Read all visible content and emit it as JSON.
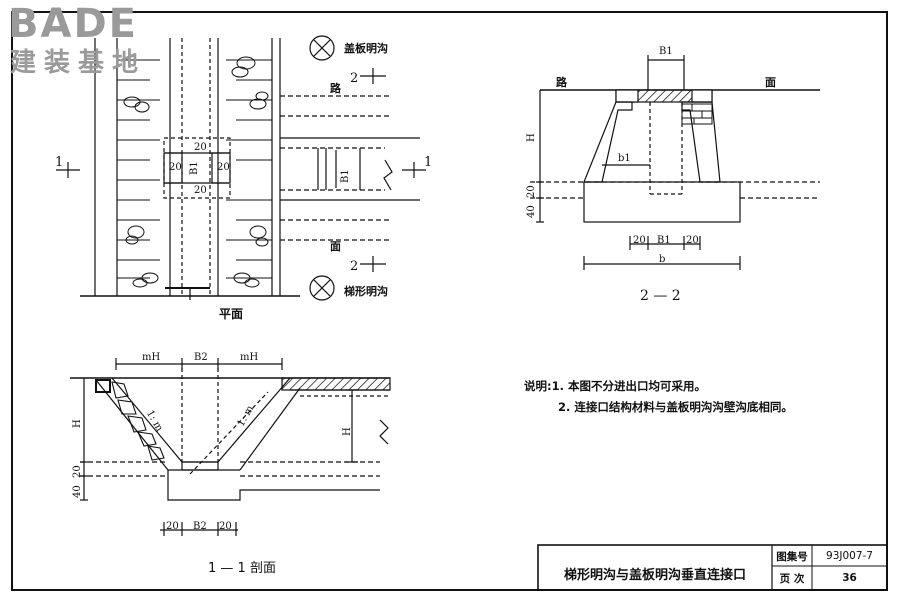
{
  "watermark": {
    "brand": "BADE",
    "subtitle": "建装基地"
  },
  "plan": {
    "caption": "平面",
    "top_label": "盖板明沟",
    "bottom_label": "梯形明沟",
    "road_char_1": "路",
    "road_char_2": "面",
    "section_mark_left": "1",
    "section_mark_right": "1",
    "section_mark_top": "2",
    "section_mark_bottom": "2",
    "dim_20": "20",
    "dim_b1": "B1"
  },
  "section22": {
    "caption": "2 — 2",
    "road_left": "路",
    "road_right": "面",
    "dim_b1_top": "B1",
    "dim_h": "H",
    "dim_b1_inner": "b1",
    "dim_20": "20",
    "dim_40": "40",
    "dim_b": "b"
  },
  "section11": {
    "caption": "1 — 1 剖面",
    "dim_mh": "mH",
    "dim_b2": "B2",
    "slope": "1: m",
    "dim_h": "H",
    "dim_20": "20",
    "dim_40": "40"
  },
  "notes": {
    "prefix": "说明:",
    "line1": "1.  本图不分进出口均可采用。",
    "line2": "2.  连接口结构材料与盖板明沟沟壁沟底相同。"
  },
  "title_block": {
    "title": "梯形明沟与盖板明沟垂直连接口",
    "atlas_label": "图集号",
    "atlas_value": "93J007-7",
    "page_label": "页  次",
    "page_value": "36"
  }
}
